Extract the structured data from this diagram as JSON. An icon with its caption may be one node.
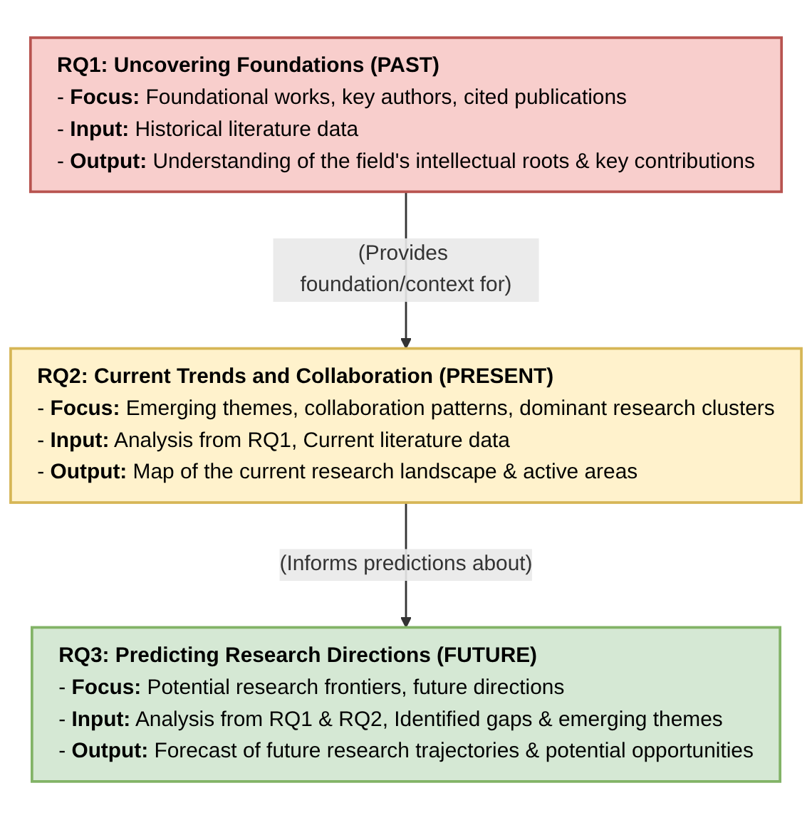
{
  "diagram": {
    "nodes": [
      {
        "text": [
          "RQ1: Uncovering Foundations (PAST)",
          "- **Focus:** Foundational works, key authors, cited publications",
          "- **Input:** Historical literature data",
          "- **Output:** Understanding of the field's intellectual roots & key contributions"
        ]
      },
      {
        "text": [
          "RQ2: Current Trends and Collaboration (PRESENT)",
          "- **Focus:** Emerging themes, collaboration patterns, dominant research clusters",
          "- **Input:** Analysis from RQ1, Current literature data",
          "- **Output:** Map of the current research landscape & active areas"
        ]
      },
      {
        "text": [
          "RQ3: Predicting Research Directions (FUTURE)",
          "- **Focus:** Potential research frontiers, future directions",
          "- **Input:** Analysis from RQ1 & RQ2, Identified gaps & emerging themes",
          "- **Output:** Forecast of future research trajectories & potential opportunities"
        ]
      }
    ],
    "edges": [
      {
        "from": 0,
        "to": 1,
        "arrow": "to",
        "label": "(Provides foundation/context for)"
      },
      {
        "from": 1,
        "to": 2,
        "arrow": "to",
        "label": "(Informs predictions about)"
      }
    ]
  }
}
